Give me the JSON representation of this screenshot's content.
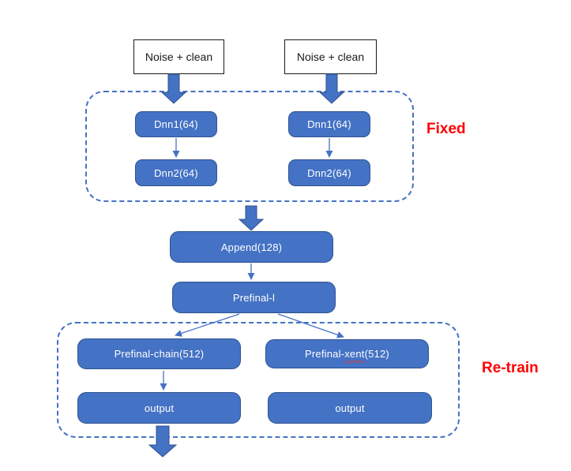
{
  "diagram": {
    "colors": {
      "node_fill": "#4472C4",
      "node_border": "#2F528F",
      "arrow": "#4472C4",
      "dashed_border": "#4472C4",
      "region_label": "#FF0000",
      "input_box_background": "#FFFFFF",
      "input_box_border": "#1A1A1A",
      "node_text": "#FFFFFF",
      "background": "#FFFFFF"
    },
    "inputs": {
      "left": "Noise + clean",
      "right": "Noise + clean"
    },
    "fixed_region": {
      "label": "Fixed",
      "left_column": {
        "dnn1": "Dnn1(64)",
        "dnn2": "Dnn2(64)"
      },
      "right_column": {
        "dnn1": "Dnn1(64)",
        "dnn2": "Dnn2(64)"
      }
    },
    "middle": {
      "append": "Append(128)",
      "prefinal": "Prefinal-l"
    },
    "retrain_region": {
      "label": "Re-train",
      "prefinal_chain": "Prefinal-chain(512)",
      "prefinal_xent": {
        "prefix": "Prefinal-",
        "word": "xent",
        "suffix": "(512)"
      },
      "output_left": "output",
      "output_right": "output"
    }
  }
}
